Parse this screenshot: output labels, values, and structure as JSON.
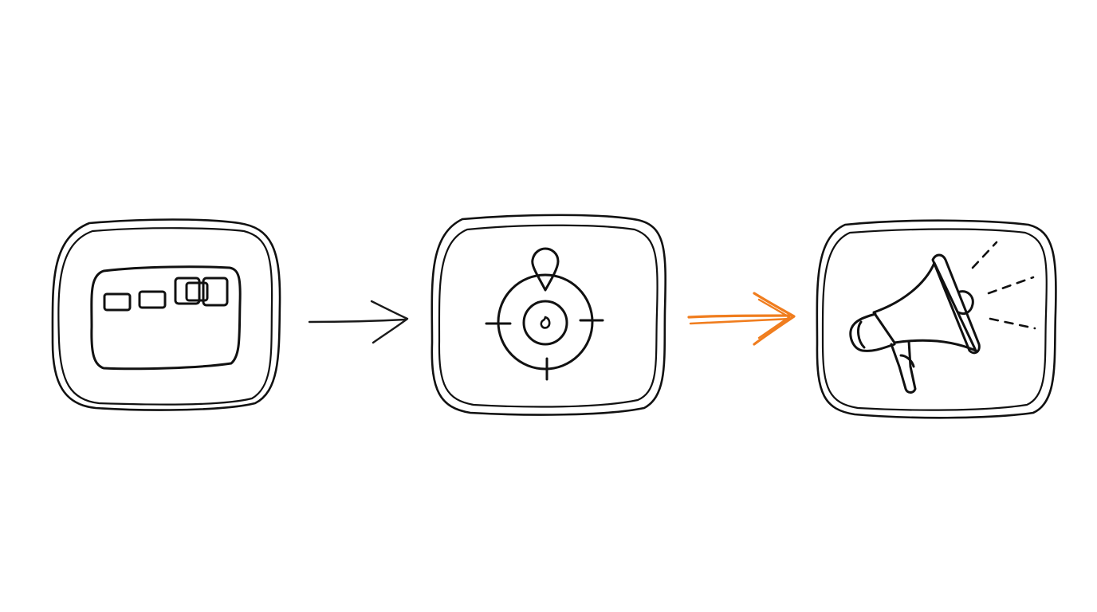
{
  "diagram": {
    "type": "flow",
    "steps": [
      {
        "icon": "ui-panel-icon"
      },
      {
        "icon": "location-target-icon"
      },
      {
        "icon": "megaphone-icon"
      }
    ],
    "connectors": [
      {
        "from": 0,
        "to": 1,
        "style": "thin-arrow",
        "color": "#1a1a1a"
      },
      {
        "from": 1,
        "to": 2,
        "style": "bold-arrow",
        "color": "#f07d1e"
      }
    ]
  },
  "colors": {
    "ink": "#111111",
    "accent": "#f07d1e",
    "background": "#ffffff"
  }
}
